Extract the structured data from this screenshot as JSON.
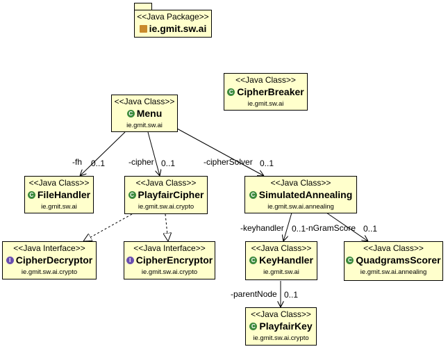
{
  "package": {
    "stereotype": "<<Java Package>>",
    "name": "ie.gmit.sw.ai"
  },
  "classes": {
    "cipherbreaker": {
      "stereotype": "<<Java Class>>",
      "name": "CipherBreaker",
      "pkg": "ie.gmit.sw.ai"
    },
    "menu": {
      "stereotype": "<<Java Class>>",
      "name": "Menu",
      "pkg": "ie.gmit.sw.ai"
    },
    "filehandler": {
      "stereotype": "<<Java Class>>",
      "name": "FileHandler",
      "pkg": "ie.gmit.sw.ai"
    },
    "playfaircipher": {
      "stereotype": "<<Java Class>>",
      "name": "PlayfairCipher",
      "pkg": "ie.gmit.sw.ai.crypto"
    },
    "simulatedannealing": {
      "stereotype": "<<Java Class>>",
      "name": "SimulatedAnnealing",
      "pkg": "ie.gmit.sw.ai.annealing"
    },
    "cipherdecryptor": {
      "stereotype": "<<Java Interface>>",
      "name": "CipherDecryptor",
      "pkg": "ie.gmit.sw.ai.crypto"
    },
    "cipherencryptor": {
      "stereotype": "<<Java Interface>>",
      "name": "CipherEncryptor",
      "pkg": "ie.gmit.sw.ai.crypto"
    },
    "keyhandler": {
      "stereotype": "<<Java Class>>",
      "name": "KeyHandler",
      "pkg": "ie.gmit.sw.ai"
    },
    "quadgramsscorer": {
      "stereotype": "<<Java Class>>",
      "name": "QuadgramsScorer",
      "pkg": "ie.gmit.sw.ai.annealing"
    },
    "playfairkey": {
      "stereotype": "<<Java Class>>",
      "name": "PlayfairKey",
      "pkg": "ie.gmit.sw.ai.crypto"
    }
  },
  "associations": {
    "fh": {
      "role": "-fh",
      "mult": "0..1"
    },
    "cipher": {
      "role": "-cipher",
      "mult": "0..1"
    },
    "ciphersolver": {
      "role": "-cipherSolver",
      "mult": "0..1"
    },
    "keyhandler": {
      "role": "-keyhandler",
      "mult": "0..1"
    },
    "ngramscore": {
      "role": "-nGramScore",
      "mult": "0..1"
    },
    "parentnode": {
      "role": "-parentNode",
      "mult": "0..1"
    }
  }
}
